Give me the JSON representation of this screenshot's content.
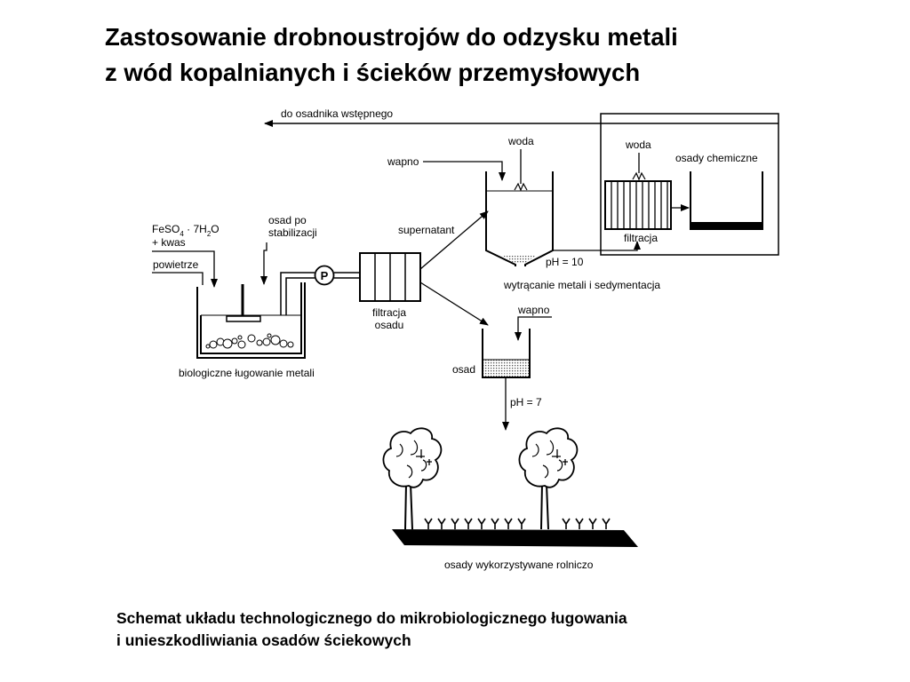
{
  "title": {
    "line1": "Zastosowanie drobnoustrojów do odzysku metali",
    "line2": "z wód kopalnianych i ścieków przemysłowych"
  },
  "diagram": {
    "labels": {
      "to_settler": "do osadnika wstępnego",
      "water_1": "woda",
      "water_2": "woda",
      "chem_sludge": "osady chemiczne",
      "lime_1": "wapno",
      "lime_2": "wapno",
      "feso4": "FeSO",
      "feso4_sub4": "4",
      "feso4_mid": " · 7H",
      "feso4_sub2": "2",
      "feso4_end": "O",
      "acid": "+ kwas",
      "sludge_after_stab_1": "osad po",
      "sludge_after_stab_2": "stabilizacji",
      "air": "powietrze",
      "pump": "P",
      "supernatant": "supernatant",
      "ph10": "pH = 10",
      "filtration": "filtracja",
      "precipitation": "wytrącanie metali i sedymentacja",
      "sludge_filtration_1": "filtracja",
      "sludge_filtration_2": "osadu",
      "bioleaching": "biologiczne ługowanie metali",
      "sludge": "osad",
      "ph7": "pH = 7",
      "agri_use": "osady wykorzystywane rolniczo"
    }
  },
  "caption": {
    "line1": "Schemat układu technologicznego do mikrobiologicznego ługowania",
    "line2": "i unieszkodliwiania osadów ściekowych"
  }
}
